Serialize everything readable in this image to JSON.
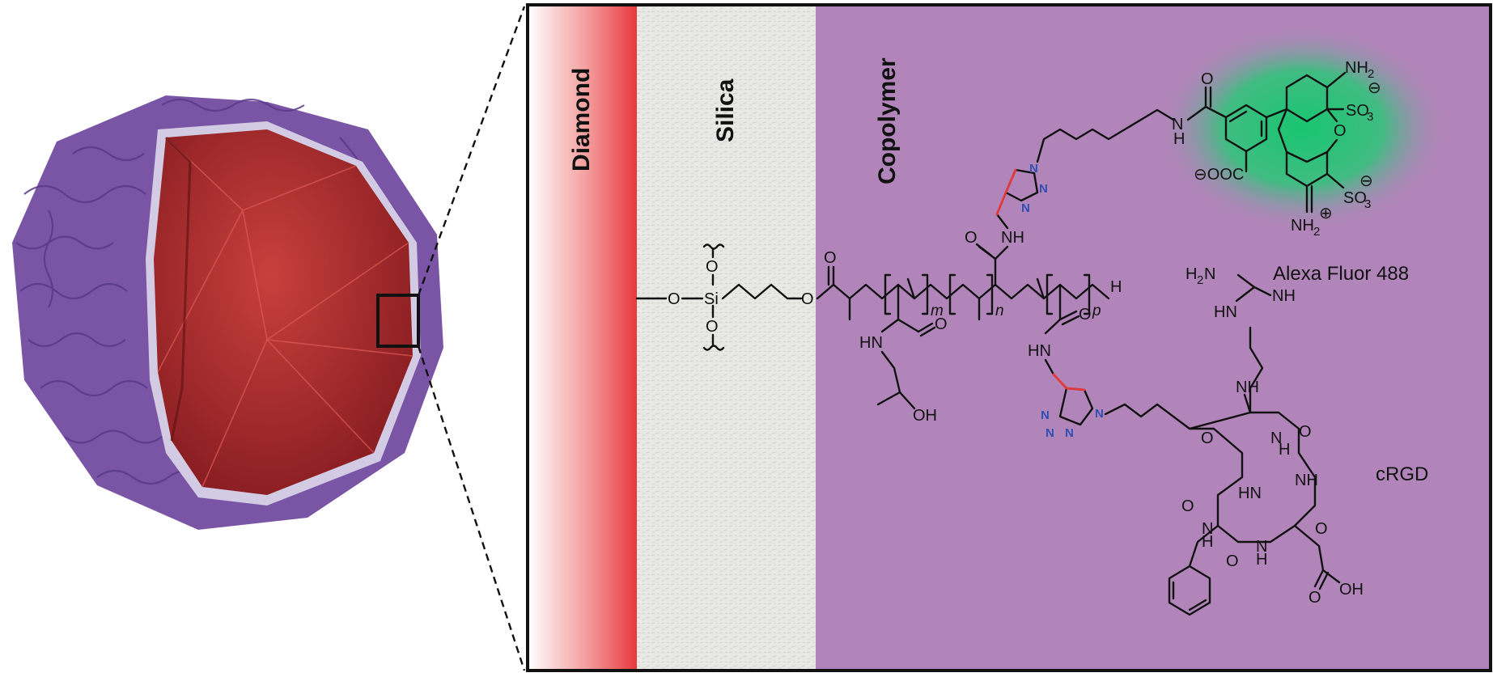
{
  "layers": {
    "diamond": "Diamond",
    "silica": "Silica",
    "copolymer": "Copolymer"
  },
  "molecules": {
    "alexa": "Alexa Fluor 488",
    "crgd": "cRGD"
  },
  "subscripts": {
    "m": "m",
    "n": "n",
    "p": "p"
  },
  "colors": {
    "diamond_red": "#e8393d",
    "silica_gray": "#e6e6e2",
    "copolymer_purple": "#b185b9",
    "fluor_green": "#2bc27a",
    "triazole_blue": "#2f4fb5",
    "click_red": "#e23a3a",
    "nanoparticle_core": "#a8282a",
    "nanoparticle_fibers": "#6e4a9a"
  },
  "icons": [
    "nanodiamond-particle",
    "zoom-box",
    "zoom-lines"
  ]
}
